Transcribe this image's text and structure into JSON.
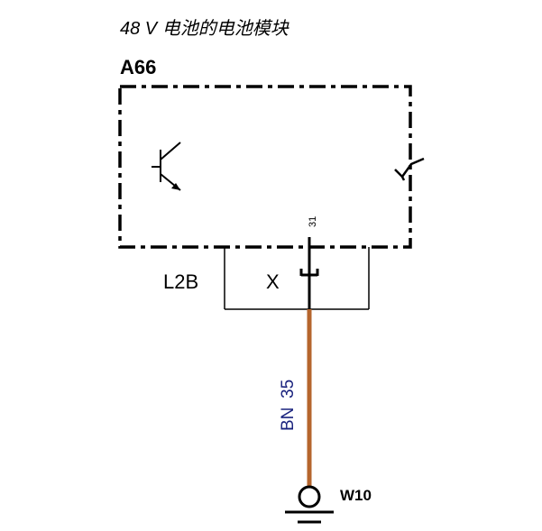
{
  "title": "48 V 电池的电池模块",
  "module": {
    "id": "A66"
  },
  "connector": {
    "name": "L2B",
    "pin_marker": "X",
    "pin_number": "31"
  },
  "wire": {
    "color_code": "BN",
    "size": "35",
    "color": "#b5652d"
  },
  "ground": {
    "id": "W10"
  },
  "icons": [
    "transistor-icon",
    "fuse-link-icon",
    "ground-icon"
  ]
}
